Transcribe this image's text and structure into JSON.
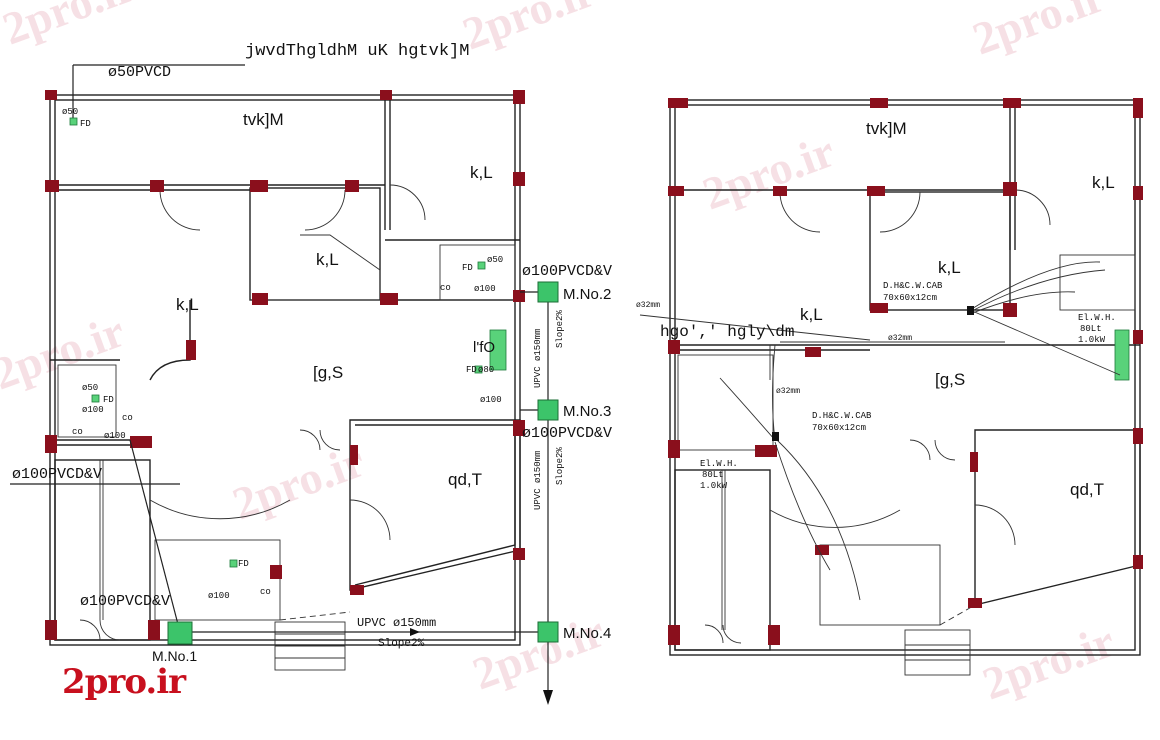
{
  "brand": {
    "logo_text": "2pro.ir",
    "watermark": "2pro.ir",
    "logo_color": "#c8101e"
  },
  "colors": {
    "column": "#8a0f1c",
    "manhole": "#3cc46a",
    "wall": "#222222",
    "background": "#ffffff"
  },
  "left_plan": {
    "top_title": "jwvdThgldhM uK hgtvk]M",
    "pipe_50": "ø50PVCD",
    "rooms": {
      "balcony": "tvk]M",
      "bedroom_top_right": "k,L",
      "bedroom_center": "k,L",
      "bedroom_left": "k,L",
      "living": "[g,S",
      "hall": "qd,T",
      "kitchen": "l'fO"
    },
    "fixtures": {
      "fd_top": "FD",
      "d50_top": "ø50",
      "fd_bath_top": "FD",
      "d50_bath_top": "ø50",
      "co_bath_top": "co",
      "d100_bath_top": "ø100",
      "fd_left": "FD",
      "d50_left": "ø50",
      "d100_left": "ø100",
      "co_left_a": "co",
      "co_left_b": "co",
      "d100_left_b": "ø100",
      "fd_kitchen": "FD",
      "d80_kitchen": "ø80",
      "d100_kitchen": "ø100",
      "fd_bottom": "FD",
      "d100_bottom": "ø100",
      "co_bottom": "co"
    },
    "pipes": {
      "p100_mh2": "ø100PVCD&V",
      "p100_mh3": "ø100PVCD&V",
      "p100_left": "ø100PVCD&V",
      "p100_bottom": "ø100PVCD&V",
      "upvc_vertical_1": "UPVC ø150mm",
      "slope_vertical_1": "Slope2%",
      "upvc_vertical_2": "UPVC ø150mm",
      "slope_vertical_2": "Slope2%",
      "upvc_bottom": "UPVC ø150mm",
      "slope_bottom": "Slope2%"
    },
    "manholes": {
      "mh1": "M.No.1",
      "mh2": "M.No.2",
      "mh3": "M.No.3",
      "mh4": "M.No.4"
    }
  },
  "right_plan": {
    "rooms": {
      "balcony": "tvk]M",
      "bedroom_top_right": "k,L",
      "bedroom_center": "k,L",
      "bedroom_left": "k,L",
      "living": "[g,S",
      "hall": "qd,T"
    },
    "corridor_label": "hgo',' hgly\\dm",
    "cabinet_1": {
      "title": "D.H&C.W.CAB",
      "size": "70x60x12cm"
    },
    "cabinet_2": {
      "title": "D.H&C.W.CAB",
      "size": "70x60x12cm"
    },
    "ewh_1": {
      "title": "El.W.H.",
      "cap": "80Lt",
      "power": "1.0kW"
    },
    "ewh_2": {
      "title": "El.W.H.",
      "cap": "80Lt",
      "power": "1.0kW"
    },
    "dims": {
      "d32_a": "ø32mm",
      "d32_b": "ø32mm",
      "d32_c": "ø32mm"
    }
  }
}
